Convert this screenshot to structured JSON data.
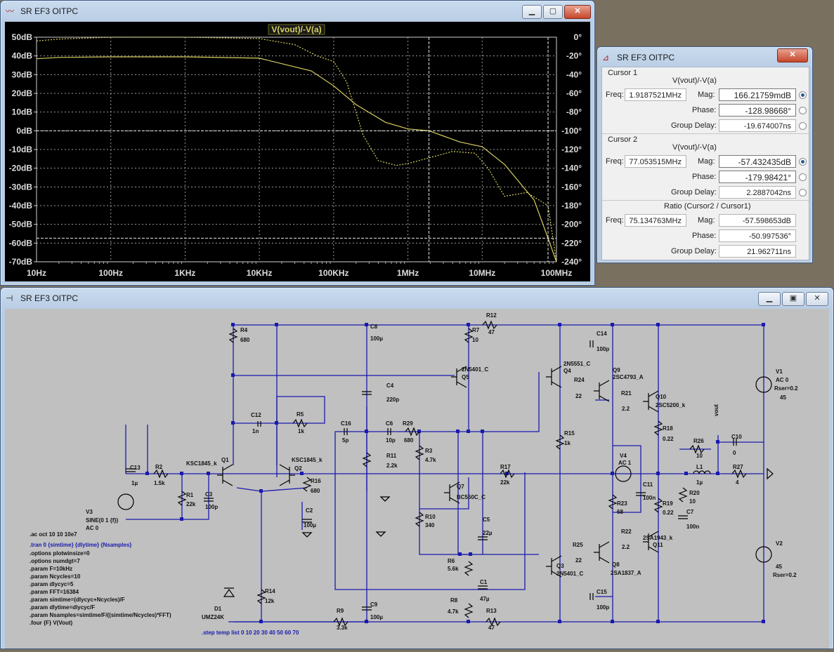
{
  "plot_window": {
    "title": "SR EF3 OITPC",
    "trace_label": "V(vout)/-V(a)",
    "y_left_labels": [
      "50dB",
      "40dB",
      "30dB",
      "20dB",
      "10dB",
      "0dB",
      "-10dB",
      "-20dB",
      "-30dB",
      "-40dB",
      "-50dB",
      "-60dB",
      "-70dB"
    ],
    "y_right_labels": [
      "0°",
      "-20°",
      "-40°",
      "-60°",
      "-80°",
      "-100°",
      "-120°",
      "-140°",
      "-160°",
      "-180°",
      "-200°",
      "-220°",
      "-240°"
    ],
    "x_labels": [
      "10Hz",
      "100Hz",
      "1KHz",
      "10KHz",
      "100KHz",
      "1MHz",
      "10MHz",
      "100MHz"
    ],
    "trace_color": "#d8d060",
    "grid_color": "#9a9a9a"
  },
  "chart_data": {
    "type": "line",
    "title": "V(vout)/-V(a)",
    "x_scale": "log",
    "xlim": [
      10,
      100000000
    ],
    "ylim": [
      -70,
      50
    ],
    "y2lim": [
      -240,
      0
    ],
    "series": [
      {
        "name": "V(vout)/-V(a)",
        "axis": "magnitude_dB",
        "x": [
          10,
          20,
          100,
          1000,
          10000,
          50000,
          100000,
          200000,
          500000,
          1000000,
          1918752,
          5000000,
          10000000,
          20000000,
          50000000,
          77053515,
          100000000
        ],
        "y": [
          38.5,
          39.2,
          39.5,
          39.5,
          38.8,
          32,
          24,
          14,
          4.5,
          1,
          0,
          -6,
          -8.5,
          -18,
          -37,
          -57.4,
          -70
        ]
      },
      {
        "axis": "phase_deg",
        "x": [
          10,
          20,
          100,
          1000,
          10000,
          30000,
          60000,
          100000,
          150000,
          250000,
          400000,
          700000,
          1000000,
          1918752,
          4000000,
          8000000,
          12000000,
          20000000,
          40000000,
          77053515,
          100000000
        ],
        "y": [
          -4,
          -2,
          0,
          0,
          -1.5,
          -8,
          -20,
          -26,
          -48,
          -105,
          -132,
          -137,
          -135,
          -129,
          -122,
          -124,
          -140,
          -170,
          -166,
          -180,
          -240
        ]
      }
    ]
  },
  "cursor_window": {
    "title": "SR EF3 OITPC",
    "cursor1": {
      "header": "Cursor 1",
      "expr": "V(vout)/-V(a)",
      "freq_label": "Freq:",
      "freq": "1.9187521MHz",
      "mag_label": "Mag:",
      "mag": "166.21759mdB",
      "phase_label": "Phase:",
      "phase": "-128.98668°",
      "gd_label": "Group Delay:",
      "gd": "-19.674007ns"
    },
    "cursor2": {
      "header": "Cursor 2",
      "expr": "V(vout)/-V(a)",
      "freq_label": "Freq:",
      "freq": "77.053515MHz",
      "mag_label": "Mag:",
      "mag": "-57.432435dB",
      "phase_label": "Phase:",
      "phase": "-179.98421°",
      "gd_label": "Group Delay:",
      "gd": "2.2887042ns"
    },
    "ratio": {
      "header": "Ratio (Cursor2 / Cursor1)",
      "freq_label": "Freq:",
      "freq": "75.134763MHz",
      "mag_label": "Mag:",
      "mag": "-57.598653dB",
      "phase_label": "Phase:",
      "phase": "-50.997536°",
      "gd_label": "Group Delay:",
      "gd": "21.962711ns"
    }
  },
  "schematic_window": {
    "title": "SR EF3 OITPC",
    "labels": {
      "R4": "R4",
      "R4v": "680",
      "C8": "C8",
      "C8v": "100µ",
      "R7": "R7",
      "R7v": "10",
      "R12": "R12",
      "R12v": "47",
      "C14": "C14",
      "C14v": "100p",
      "Q4": "2N5551_C",
      "Q4n": "Q4",
      "Q9": "Q9",
      "Q9v": "2SC4793_A",
      "Q5": "2N5401_C",
      "Q5n": "Q5",
      "C4": "C4",
      "C4v": "220p",
      "R24": "R24",
      "R24v": "22",
      "R21": "R21",
      "R21v": "2.2",
      "Q10": "Q10",
      "Q10v": "2SC5200_k",
      "V1": "V1",
      "V1a": "AC 0",
      "V1b": "Rser=0.2",
      "V1c": "45",
      "vout": "vout",
      "C12": "C12",
      "C12v": "1n",
      "R5": "R5",
      "R5v": "1k",
      "C16": "C16",
      "C16v": "5p",
      "C6": "C6",
      "C6v": "10p",
      "R29": "R29",
      "R29v": "680",
      "R3": "R3",
      "R3v": "4.7k",
      "R15": "R15",
      "R15v": "1k",
      "R18": "R18",
      "R18v": "0.22",
      "R26": "R26",
      "R26v": "10",
      "C10": "C10",
      "C10v": "0",
      "R11": "R11",
      "R11v": "2.2k",
      "V4": "V4",
      "V4v": "AC 1",
      "L1": "L1",
      "L1v": "1µ",
      "R27": "R27",
      "R27v": "4",
      "C13": "C13",
      "C13v": "1µ",
      "R2": "R2",
      "R2v": "1.5k",
      "Q1n": "Q1",
      "Q1": "KSC1845_k",
      "Q2n": "Q2",
      "Q2": "KSC1845_k",
      "R16": "R16",
      "R16v": "680",
      "R17": "R17",
      "R17v": "22k",
      "Q7": "Q7",
      "Q7v": "BC550C_C",
      "C11": "C11",
      "C11v": "100n",
      "R20": "R20",
      "R20v": "10",
      "C7": "C7",
      "C7v": "100n",
      "R1": "R1",
      "R1v": "22k",
      "C3": "C3",
      "C3v": "100p",
      "R23": "R23",
      "R23v": "68",
      "R19": "R19",
      "R19v": "0.22",
      "C2": "C2",
      "C2v": "100µ",
      "R10": "R10",
      "R10v": "340",
      "C5": "C5",
      "C5v": "22µ",
      "V3": "V3",
      "V3a": "SINE(0 1 {f})",
      "V3b": "AC 0",
      "R22": "R22",
      "R22v": "2.2",
      "Q11v": "2SA1943_k",
      "Q11": "Q11",
      "R25": "R25",
      "R25v": "22",
      "V2": "V2",
      "V2a": "45",
      "V2b": "Rser=0.2",
      "R6": "R6",
      "R6v": "5.6k",
      "Q3n": "Q3",
      "Q3": "2N5401_C",
      "Q8": "Q8",
      "Q8v": "2SA1837_A",
      "C1": "C1",
      "C1v": "47µ",
      "C15": "C15",
      "C15v": "100p",
      "R14": "R14",
      "R14v": "12k",
      "R8": "R8",
      "R8v": "4.7k",
      "D1": "D1",
      "D1v": "UMZ24K",
      "C9": "C9",
      "C9v": "100µ",
      "R9": "R9",
      "R9v": "3.3k",
      "R13": "R13",
      "R13v": "47"
    },
    "directives": [
      ".ac oct 10 10 10e7",
      ".tran 0 {simtime} {dlytime} {Nsamples}",
      ".options plotwinsize=0",
      ".options numdgt=7",
      ".param F=10kHz",
      ".param Ncycles=10",
      ".param dlycyc=5",
      ".param FFT=16384",
      ".param simtime=(dlycyc+Ncycles)/F",
      ".param dlytime=dlycyc/F",
      ".param Nsamples=simtime/F/((simtime/Ncycles)*FFT)",
      ".four {F} V(Vout)"
    ],
    "step_directive": ".step temp list 0 10 20 30 40 50 60 70"
  }
}
